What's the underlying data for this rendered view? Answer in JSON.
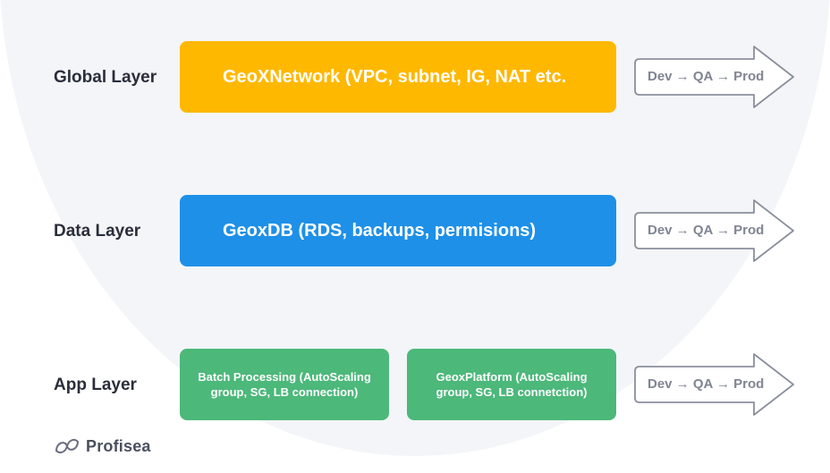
{
  "layers": [
    {
      "label": "Global Layer",
      "boxes": [
        {
          "text": "GeoXNetwork (VPC, subnet, IG, NAT etc."
        }
      ],
      "arrow": "Dev → QA → Prod"
    },
    {
      "label": "Data Layer",
      "boxes": [
        {
          "text": "GeoxDB (RDS, backups, permisions)"
        }
      ],
      "arrow": "Dev → QA → Prod"
    },
    {
      "label": "App Layer",
      "boxes": [
        {
          "text": "Batch Processing (AutoScaling group, SG, LB connection)"
        },
        {
          "text": "GeoxPlatform (AutoScaling group, SG, LB connetction)"
        }
      ],
      "arrow": "Dev → QA → Prod"
    }
  ],
  "colors": {
    "global": "#ffb800",
    "data": "#1e90e8",
    "app": "#4cb87a",
    "background_arc": "#f3f5f8",
    "arrow_outline": "#8a8f9c"
  },
  "logo": {
    "text": "Profisea",
    "icon": "profisea-logo-icon"
  }
}
